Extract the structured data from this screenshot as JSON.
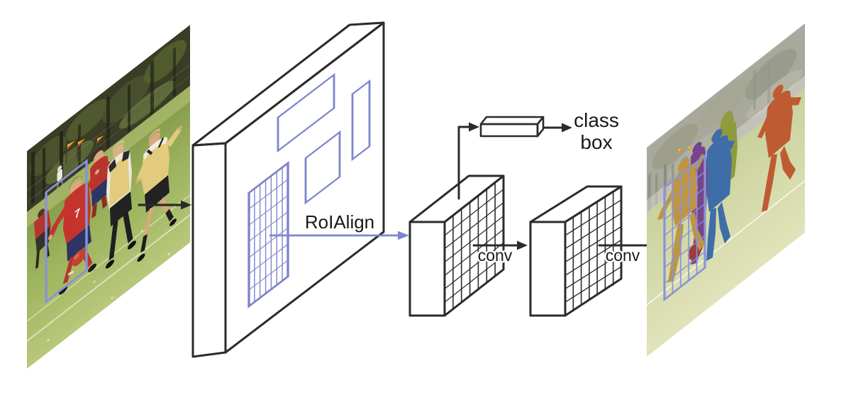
{
  "figure": {
    "background": "#ffffff",
    "labels": {
      "roi_align": "RoIAlign",
      "conv_first": "conv",
      "conv_second": "conv",
      "head_class": "class",
      "head_box": "box",
      "jersey_number": "7"
    },
    "colors": {
      "outline_black": "#2b2b2b",
      "label_text": "#1a1a1a",
      "accent_blue": "#7d85cb",
      "overlay_grid_blue": "#8a92d6",
      "mask_tan": "#c0953f",
      "mask_purple": "#76458c",
      "mask_blue": "#3e6da8",
      "mask_olive": "#8e9c3e",
      "mask_lightblue": "#74a3c6",
      "mask_red_orange": "#bf5b33",
      "mask_dark_red": "#a13a38"
    }
  }
}
